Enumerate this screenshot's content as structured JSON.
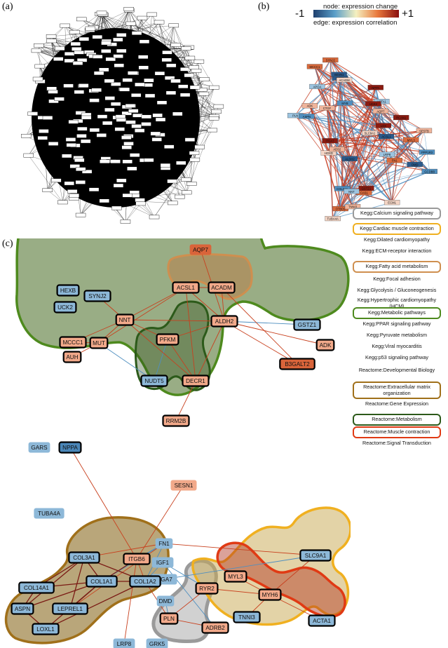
{
  "panels": {
    "a": "(a)",
    "b": "(b)",
    "c": "(c)"
  },
  "panel_b_legend": {
    "line1": "node: expression change",
    "line2": "edge: expression correlation",
    "min": "-1",
    "max": "+1"
  },
  "panel_b_nodes": [
    "RCAN1",
    "OTBD9",
    "CTGF",
    "PLN",
    "GCDBB",
    "GTPD",
    "SLC9A1",
    "ITGA7",
    "CAS1",
    "ADK",
    "APOA",
    "MYB",
    "ACSL1",
    "ACADM",
    "NPPA",
    "MYL3",
    "TNNI3",
    "ACTA1",
    "PPP1R3",
    "SESN1",
    "HOXD",
    "LOX",
    "FN1",
    "SESTB",
    "LRP8",
    "COL3A1",
    "DMD",
    "TUBA4A",
    "GSTZ1",
    "MCCC1",
    "AQP7",
    "NNT",
    "ASPN",
    "ALDH2",
    "ECM1",
    "UCK2",
    "SYNJ2",
    "ADS2"
  ],
  "network_c": {
    "nodes": [
      {
        "id": "AQP7",
        "label": "AQP7"
      },
      {
        "id": "HEXB",
        "label": "HEXB"
      },
      {
        "id": "SYNJ2",
        "label": "SYNJ2"
      },
      {
        "id": "UCK2",
        "label": "UCK2"
      },
      {
        "id": "ACSL1",
        "label": "ACSL1"
      },
      {
        "id": "ACADM",
        "label": "ACADM"
      },
      {
        "id": "NNT",
        "label": "NNT"
      },
      {
        "id": "ALDH2",
        "label": "ALDH2"
      },
      {
        "id": "GSTZ1",
        "label": "GSTZ1"
      },
      {
        "id": "MCCC1",
        "label": "MCCC1"
      },
      {
        "id": "MUT",
        "label": "MUT"
      },
      {
        "id": "AUH",
        "label": "AUH"
      },
      {
        "id": "PFKM",
        "label": "PFKM"
      },
      {
        "id": "ADK",
        "label": "ADK"
      },
      {
        "id": "B3GALT2",
        "label": "B3GALT2"
      },
      {
        "id": "NUDT5",
        "label": "NUDT5"
      },
      {
        "id": "DECR1",
        "label": "DECR1"
      },
      {
        "id": "RRM2B",
        "label": "RRM2B"
      },
      {
        "id": "GARS",
        "label": "GARS"
      },
      {
        "id": "NPPA",
        "label": "NPPA"
      },
      {
        "id": "SESN1",
        "label": "SESN1"
      },
      {
        "id": "TUBA4A",
        "label": "TUBA4A"
      },
      {
        "id": "FN1",
        "label": "FN1"
      },
      {
        "id": "COL3A1",
        "label": "COL3A1"
      },
      {
        "id": "ITGB6",
        "label": "ITGB6"
      },
      {
        "id": "IGF1",
        "label": "IGF1"
      },
      {
        "id": "SLC9A1",
        "label": "SLC9A1"
      },
      {
        "id": "ITGA7",
        "label": "ITGA7"
      },
      {
        "id": "MYL3",
        "label": "MYL3"
      },
      {
        "id": "COL14A1",
        "label": "COL14A1"
      },
      {
        "id": "COL1A1",
        "label": "COL1A1"
      },
      {
        "id": "COL1A2",
        "label": "COL1A2"
      },
      {
        "id": "RYR2",
        "label": "RYR2"
      },
      {
        "id": "MYH6",
        "label": "MYH6"
      },
      {
        "id": "DMD",
        "label": "DMD"
      },
      {
        "id": "ASPN",
        "label": "ASPN"
      },
      {
        "id": "LEPREL1",
        "label": "LEPREL1"
      },
      {
        "id": "TNNI3",
        "label": "TNNI3"
      },
      {
        "id": "PLN",
        "label": "PLN"
      },
      {
        "id": "LOXL1",
        "label": "LOXL1"
      },
      {
        "id": "ADRB2",
        "label": "ADRB2"
      },
      {
        "id": "ACTA1",
        "label": "ACTA1"
      },
      {
        "id": "LRP8",
        "label": "LRP8"
      },
      {
        "id": "GRK5",
        "label": "GRK5"
      }
    ]
  },
  "legend": [
    {
      "label": "Kegg:Calcium signaling pathway",
      "border": "#9a9a9a"
    },
    {
      "label": "Kegg:Cardiac muscle contraction",
      "border": "#f0b020"
    },
    {
      "label": "Kegg:Dilated cardiomyopathy",
      "border": ""
    },
    {
      "label": "Kegg:ECM-receptor interaction",
      "border": ""
    },
    {
      "label": "Kegg:Fatty acid metabolism",
      "border": "#cf8f4f"
    },
    {
      "label": "Kegg:Focal adhesion",
      "border": ""
    },
    {
      "label": "Kegg:Glycolysis / Gluconeogenesis",
      "border": ""
    },
    {
      "label": "Kegg:Hypertrophic cardiomyopathy (HCM)",
      "border": ""
    },
    {
      "label": "Kegg:Metabolic pathways",
      "border": "#4e8a1e"
    },
    {
      "label": "Kegg:PPAR signaling pathway",
      "border": ""
    },
    {
      "label": "Kegg:Pyruvate metabolism",
      "border": ""
    },
    {
      "label": "Kegg:Viral myocarditis",
      "border": ""
    },
    {
      "label": "Kegg:p53 signaling pathway",
      "border": ""
    },
    {
      "label": "Reactome:Developmental Biology",
      "border": ""
    },
    {
      "label": "Reactome:Extracellular matrix organization",
      "border": "#a0701a"
    },
    {
      "label": "Reactome:Gene Expression",
      "border": ""
    },
    {
      "label": "Reactome:Metabolism",
      "border": "#2c5a1a"
    },
    {
      "label": "Reactome:Muscle contraction",
      "border": "#e03a14"
    },
    {
      "label": "Reactome:Signal Transduction",
      "border": ""
    }
  ],
  "colors": {
    "up_node": "#f2a98a",
    "up_node_strong": "#d9643a",
    "down_node": "#8db8d8",
    "down_node_strong": "#4a86b8",
    "pos_edge": "#c8401e",
    "neg_edge": "#4f8fc0"
  }
}
